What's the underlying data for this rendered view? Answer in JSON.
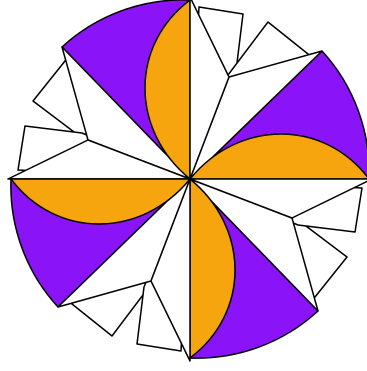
{
  "figure": {
    "colors": {
      "purple": "#8b13f7",
      "orange": "#f7a50f",
      "white": "#ffffff",
      "stroke": "#000000"
    },
    "pinwheel": {
      "blade_count": 4,
      "rotation_symmetry_degrees": 90,
      "blade_parts": [
        "purple-sector",
        "orange-lens",
        "white-kite",
        "white-triangle"
      ]
    }
  }
}
